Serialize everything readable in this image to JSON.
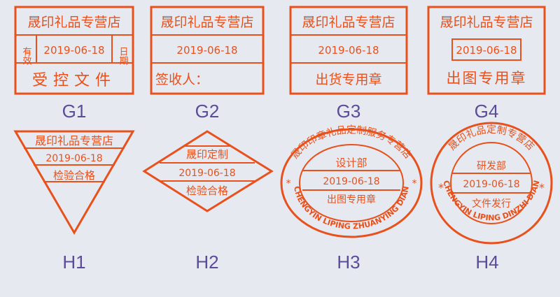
{
  "shop": "晟印礼品专营店",
  "date": "2019-06-18",
  "g1": {
    "label": "G1",
    "left_label": "有效",
    "right_label": "日期",
    "bottom": "受控文件"
  },
  "g2": {
    "label": "G2",
    "bottom": "签收人："
  },
  "g3": {
    "label": "G3",
    "bottom": "出货专用章"
  },
  "g4": {
    "label": "G4",
    "bottom": "出图专用章"
  },
  "h1": {
    "label": "H1",
    "bottom": "检验合格"
  },
  "h2": {
    "label": "H2",
    "top": "晟印定制",
    "bottom": "检验合格"
  },
  "h3": {
    "label": "H3",
    "arc_text": "晟印印章礼品定制服务专营店",
    "dept": "设计部",
    "bottom": "出图专用章",
    "pinyin": "CHENGYIN LIPING ZHUANYING DIAN"
  },
  "h4": {
    "label": "H4",
    "arc_text": "晟印礼品定制专营店",
    "dept": "研发部",
    "bottom": "文件发行",
    "pinyin": "CHENGYIN LIPING DINZHI DIAN"
  },
  "colors": {
    "background": "#e6eaf0",
    "stamp_ink": "#e8501c",
    "label": "#5a4c9a"
  }
}
